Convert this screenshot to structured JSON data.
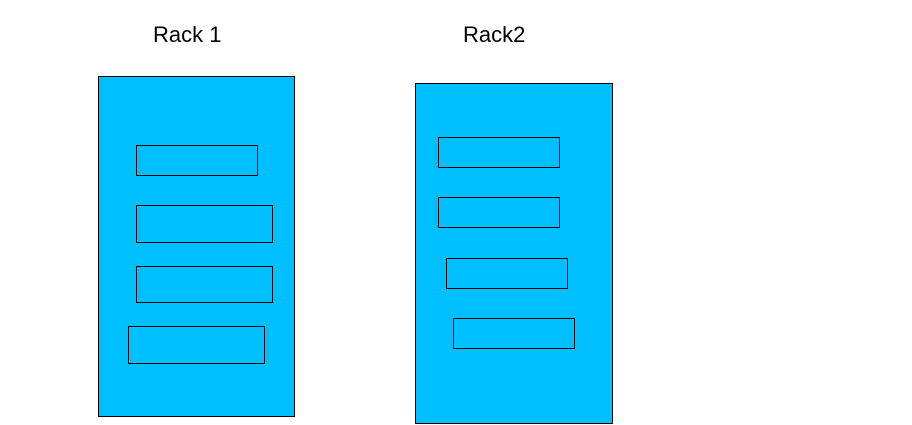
{
  "racks": [
    {
      "label": "Rack 1",
      "color": "#00bfff",
      "slot_count": 4
    },
    {
      "label": "Rack2",
      "color": "#00bfff",
      "slot_count": 4
    }
  ]
}
